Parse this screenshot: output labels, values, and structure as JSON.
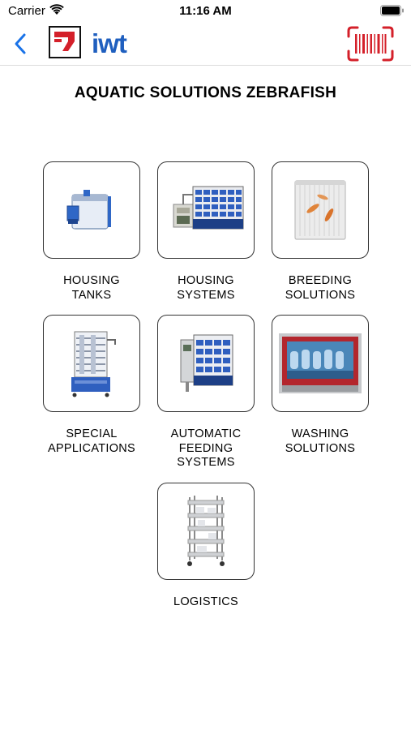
{
  "status_bar": {
    "carrier": "Carrier",
    "time": "11:16 AM"
  },
  "nav": {
    "back_icon": "chevron-left-icon",
    "brand_icon": "tecniplast-logo",
    "logo_text": "iwt",
    "scan_icon": "barcode-scan-icon"
  },
  "colors": {
    "accent": "#1a73e8",
    "brand_red": "#d4202a",
    "brand_blue": "#1f5fbf"
  },
  "page_title": "AQUATIC SOLUTIONS ZEBRAFISH",
  "tiles": [
    {
      "label": "HOUSING\nTANKS",
      "icon": "housing-tank-image"
    },
    {
      "label": "HOUSING\nSYSTEMS",
      "icon": "housing-system-rack-image"
    },
    {
      "label": "BREEDING\nSOLUTIONS",
      "icon": "breeding-tank-image"
    },
    {
      "label": "SPECIAL\nAPPLICATIONS",
      "icon": "special-rack-image"
    },
    {
      "label": "AUTOMATIC\nFEEDING\nSYSTEMS",
      "icon": "feeding-system-image"
    },
    {
      "label": "WASHING\nSOLUTIONS",
      "icon": "washing-machine-image"
    },
    {
      "label": "LOGISTICS",
      "icon": "logistics-shelf-image"
    }
  ]
}
